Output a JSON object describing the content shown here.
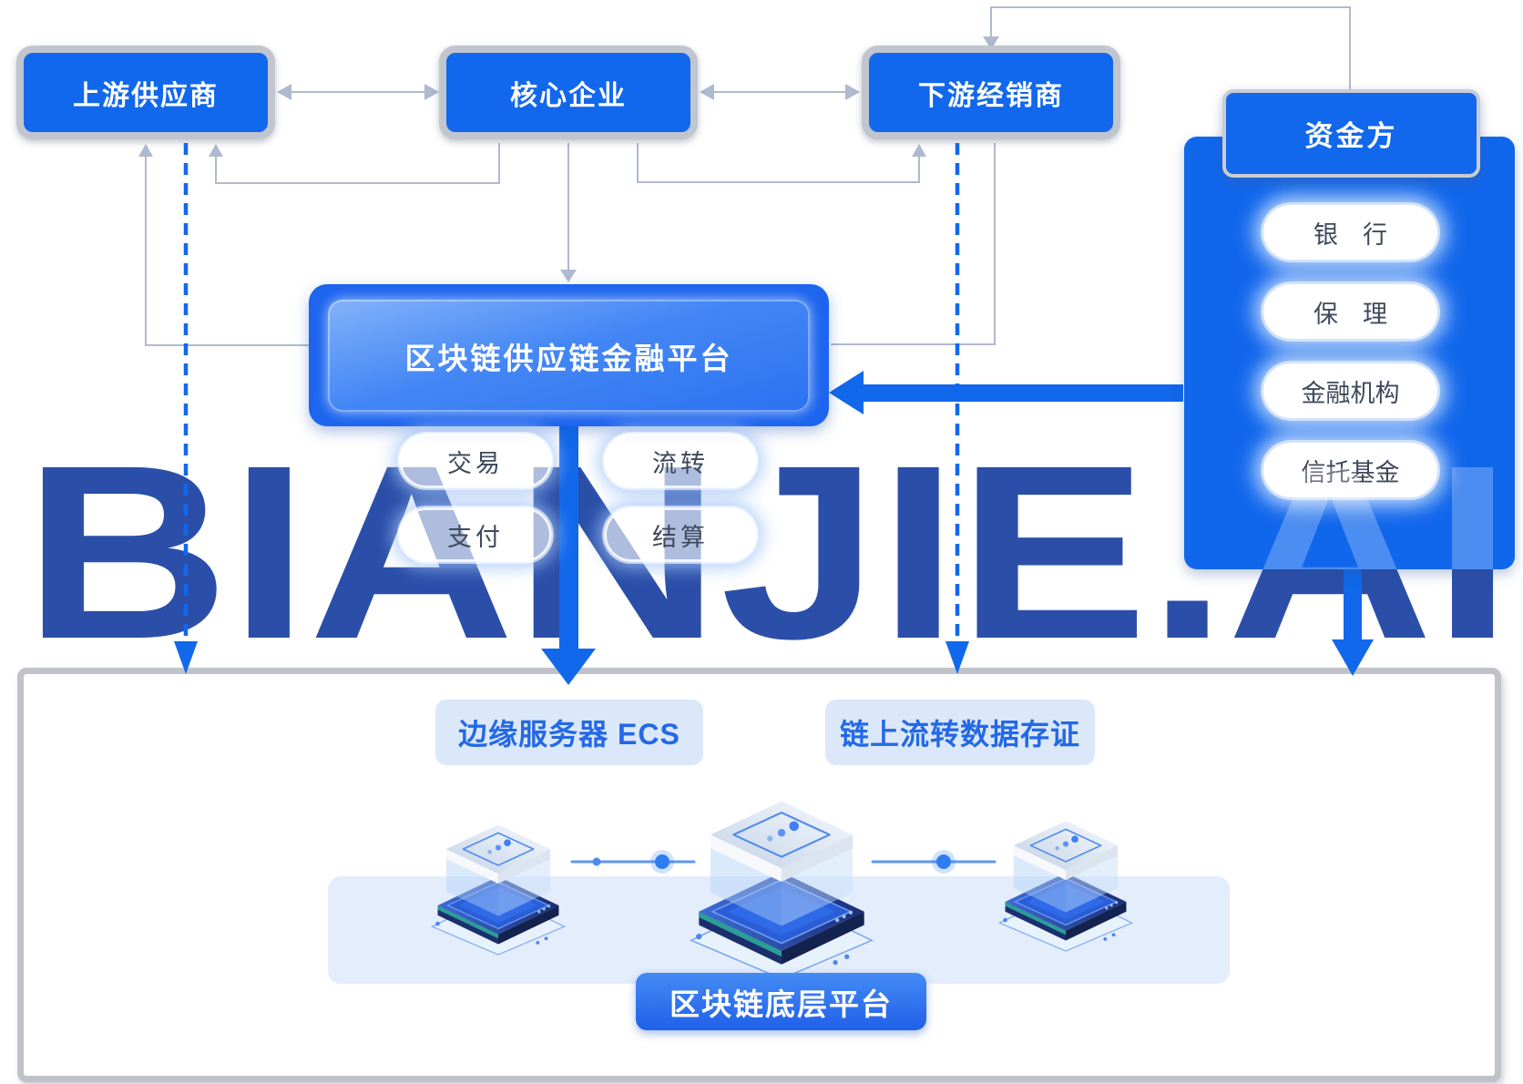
{
  "watermark": {
    "text": "BIANJIE.AI",
    "color": "#2B4FA9"
  },
  "entities": {
    "upstream_supplier": "上游供应商",
    "core_enterprise": "核心企业",
    "downstream_distributor": "下游经销商"
  },
  "funder": {
    "title": "资金方",
    "items": [
      "银　行",
      "保　理",
      "金融机构",
      "信托基金"
    ]
  },
  "platform": {
    "title": "区块链供应链金融平台",
    "capabilities": [
      "交易",
      "流转",
      "支付",
      "结算"
    ]
  },
  "infrastructure": {
    "edge_server": "边缘服务器 ECS",
    "onchain_storage": "链上流转数据存证",
    "base_platform": "区块链底层平台"
  },
  "colors": {
    "primary_blue": "#1268EC",
    "watermark_blue": "#2B4FA9",
    "connector_gray": "#AEBACF",
    "arrow_blue": "#1268EB",
    "infra_label_bg": "#DBE8FA",
    "infra_label_text": "#2468E6"
  }
}
